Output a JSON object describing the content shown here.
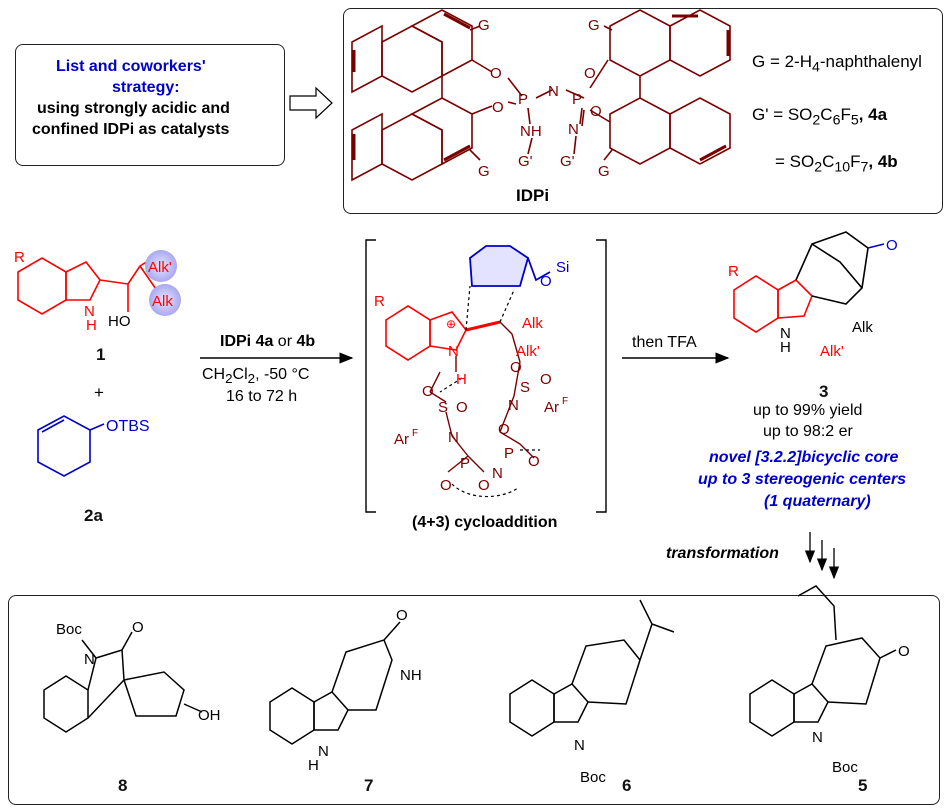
{
  "strategy": {
    "line1": "List and coworkers'",
    "line2": "strategy:",
    "line3": "using strongly acidic and",
    "line4": "confined IDPi as catalysts"
  },
  "catalyst": {
    "name": "IDPi",
    "g_def": "G = 2-H",
    "g_def_sub": "4",
    "g_def_tail": "-naphthalenyl",
    "g1_prefix": "G' = SO",
    "g1_sub1": "2",
    "g1_mid": "C",
    "g1_sub2": "6",
    "g1_mid2": "F",
    "g1_sub3": "5",
    "g1_label": ", 4a",
    "g2_prefix": "= SO",
    "g2_sub1": "2",
    "g2_mid": "C",
    "g2_sub2": "10",
    "g2_mid2": "F",
    "g2_sub3": "7",
    "g2_label": ", 4b",
    "atoms": {
      "G": "G",
      "Gp": "G'",
      "O": "O",
      "P": "P",
      "N": "N",
      "NH": "NH"
    }
  },
  "reaction": {
    "reagent_prefix": "IDPi ",
    "reagent_a": "4a",
    "reagent_or": " or ",
    "reagent_b": "4b",
    "cond1": "CH",
    "cond1_sub": "2",
    "cond1_mid": "Cl",
    "cond1_sub2": "2",
    "cond1_tail": ", -50 °C",
    "cond2": "16 to 72 h",
    "then": "then TFA",
    "ts_label": "(4+3) cycloaddition",
    "plus": "+",
    "compound1": "1",
    "compound2a": "2a",
    "compound3": "3",
    "otbs": "OTBS",
    "yield": "up to 99% yield",
    "er": "up to 98:2 er",
    "novel1": "novel [3.2.2]bicyclic core",
    "novel2": "up to 3 stereogenic centers",
    "novel3": "(1 quaternary)",
    "transformation": "transformation"
  },
  "atoms": {
    "R": "R",
    "N": "N",
    "H": "H",
    "HO": "HO",
    "Alk": "Alk",
    "Alkp": "Alk'",
    "O": "O",
    "Si": "Si",
    "S": "S",
    "ArF": "Ar",
    "F": "F",
    "NH": "NH",
    "Boc": "Boc",
    "OH": "OH",
    "P": "P"
  },
  "products": [
    {
      "id": "8"
    },
    {
      "id": "7"
    },
    {
      "id": "6"
    },
    {
      "id": "5"
    }
  ],
  "colors": {
    "red": "#ff0000",
    "blue": "#0000cc",
    "maroon": "#7a0000",
    "highlight": "#b8b8ff"
  }
}
